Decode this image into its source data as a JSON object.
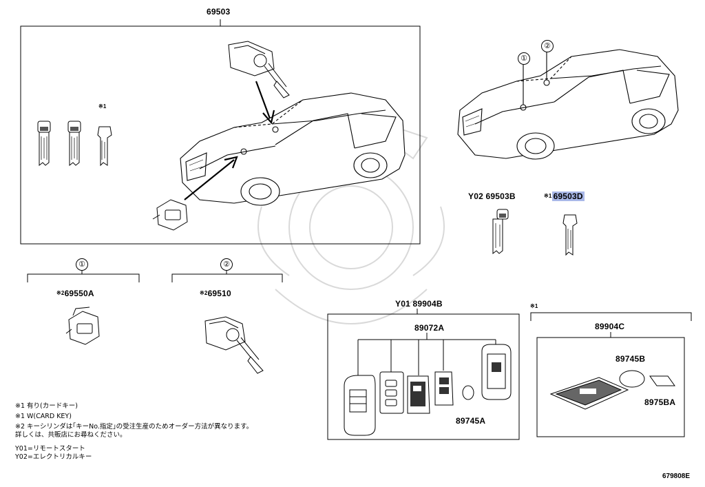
{
  "assembly_top": {
    "part": "69503"
  },
  "car_callouts": {
    "one": "①",
    "two": "②"
  },
  "keys_right": {
    "key_y02_code": "Y02",
    "key_y02_part": "69503B",
    "key_card_mark": "※1",
    "key_card_part": "69503D",
    "top_key_mark": "※1"
  },
  "group1": {
    "callout": "①",
    "mark": "※2",
    "part": "69550A"
  },
  "group2": {
    "callout": "②",
    "mark": "※2",
    "part": "69510"
  },
  "remote": {
    "code": "Y01",
    "part": "89904B",
    "sub_part": "89072A",
    "battery": "89745A"
  },
  "card": {
    "mark": "※1",
    "part": "89904C",
    "battery": "89745B",
    "sticker": "8975BA"
  },
  "notes": [
    "※1  有り(カードキー)",
    "※1  W(CARD KEY)",
    "※2  キーシリンダは｢キーNo.指定｣の受注生産のためオーダー方法が異なります。",
    "      詳しくは、共販店にお尋ねください。",
    "Y01=リモートスタート",
    "Y02=エレクトリカルキー"
  ],
  "figure_ref": "679808E"
}
